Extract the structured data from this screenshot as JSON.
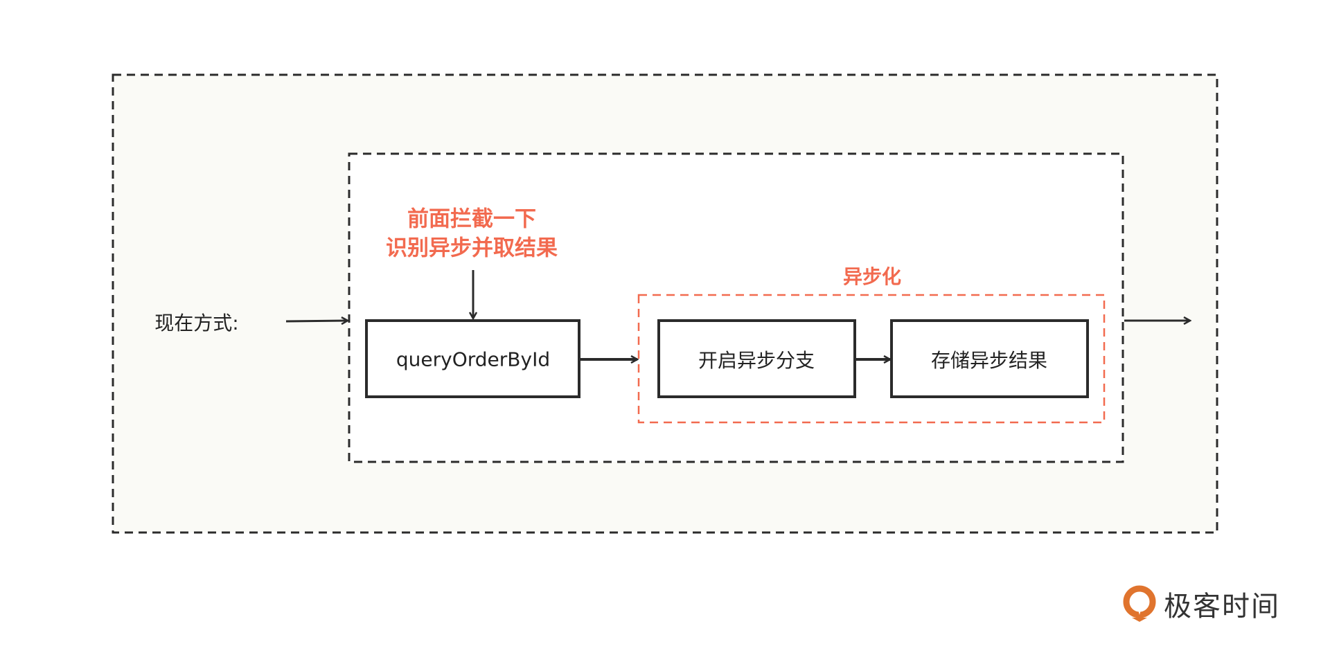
{
  "diagram": {
    "label": "现在方式:",
    "annotation_line1": "前面拦截一下",
    "annotation_line2": "识别异步并取结果",
    "group_label": "异步化",
    "nodes": [
      {
        "id": "query",
        "label": "queryOrderById"
      },
      {
        "id": "branch",
        "label": "开启异步分支"
      },
      {
        "id": "store",
        "label": "存储异步结果"
      }
    ],
    "edges": [
      {
        "from": "start",
        "to": "query"
      },
      {
        "from": "annotation",
        "to": "query"
      },
      {
        "from": "query",
        "to": "async-group"
      },
      {
        "from": "branch",
        "to": "store"
      },
      {
        "from": "inner-group",
        "to": "end"
      }
    ]
  },
  "colors": {
    "accent": "#f26a4f",
    "stroke": "#2b2b2b",
    "outer_fill": "#fafaf6"
  },
  "logo": {
    "text": "极客时间"
  }
}
